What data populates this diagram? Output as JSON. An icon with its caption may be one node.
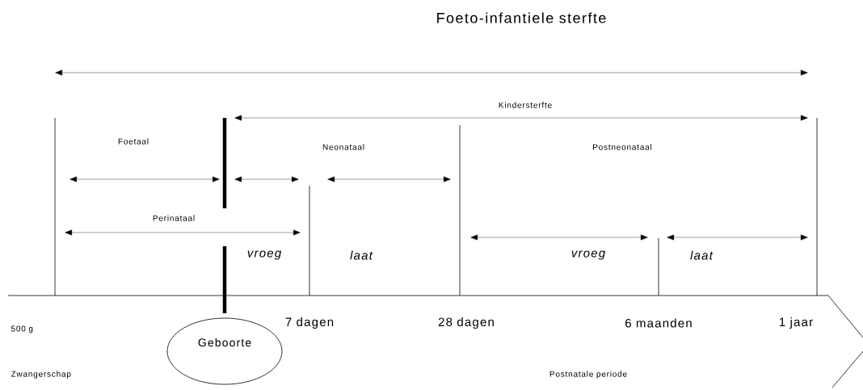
{
  "diagram": {
    "title": "Foeto-infantiele sterfte",
    "nodes": [
      {
        "text": [
          "Geboorte"
        ]
      }
    ],
    "labels": [
      "Kindersterfte",
      "Foetaal",
      "Neonataal",
      "Postneonataal",
      "Perinataal",
      "vroeg",
      "laat",
      "vroeg",
      "laat",
      "500 g",
      "7 dagen",
      "28 dagen",
      "6 maanden",
      "1 jaar",
      "Zwangerschap",
      "Postnatale periode"
    ]
  }
}
